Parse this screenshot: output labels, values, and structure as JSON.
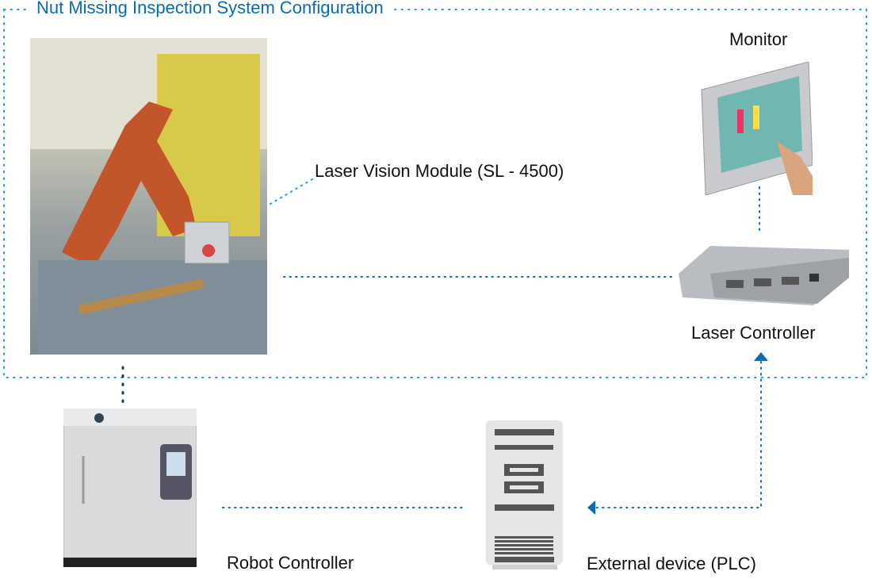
{
  "title": "Nut Missing Inspection System Configuration",
  "labels": {
    "monitor": "Monitor",
    "laser_vision_module": "Laser Vision Module (SL - 4500)",
    "laser_controller": "Laser Controller",
    "robot_controller": "Robot Controller",
    "external_device": "External device (PLC)"
  },
  "colors": {
    "accent": "#0a6bb5",
    "dotted_light": "#1aa0e0"
  }
}
